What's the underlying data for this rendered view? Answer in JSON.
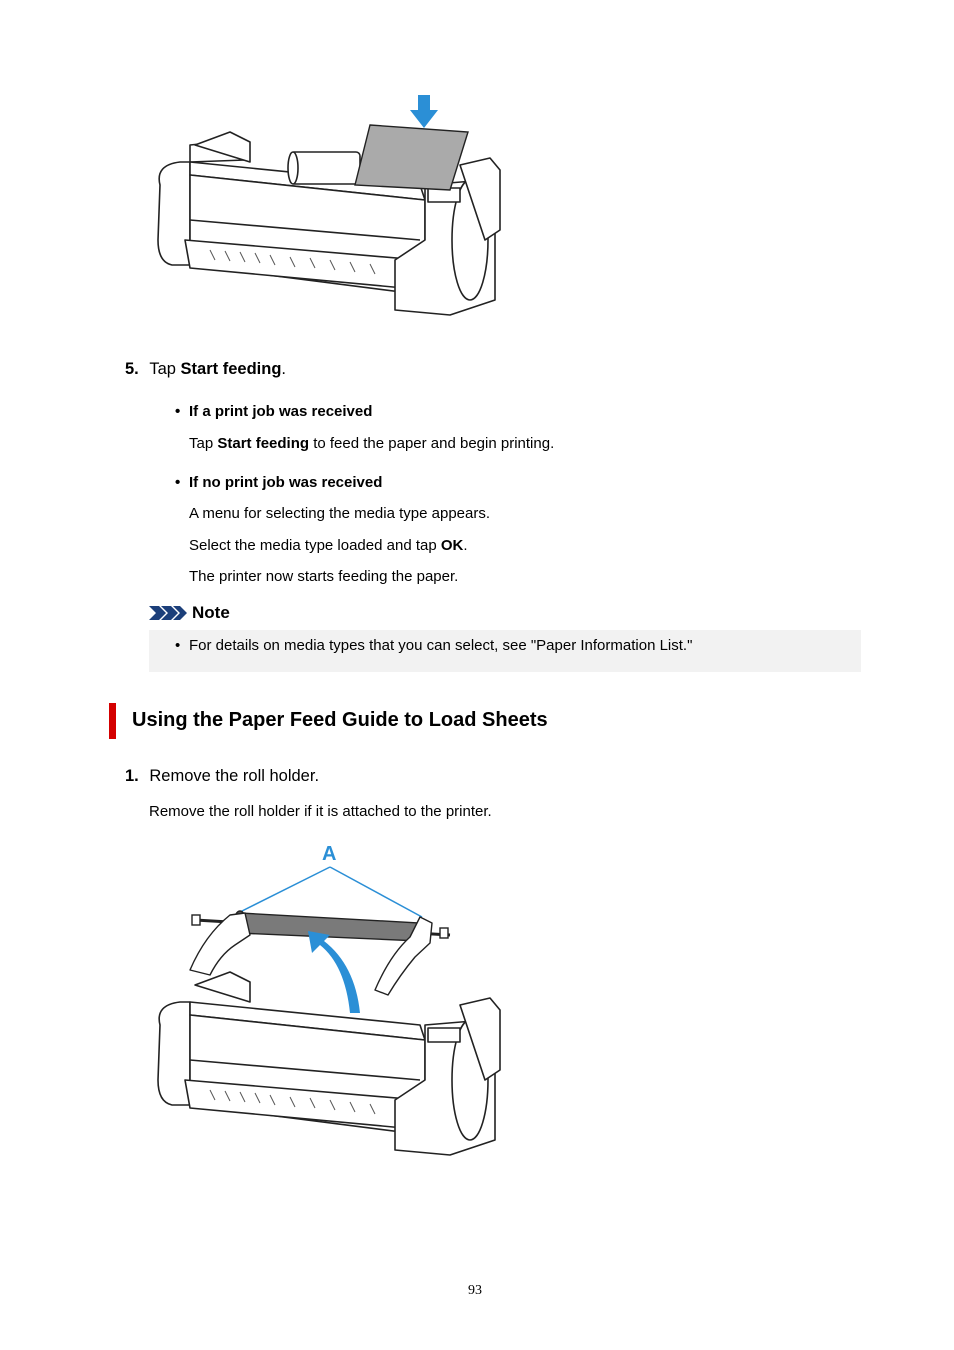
{
  "step5": {
    "number": "5.",
    "prefix": "Tap ",
    "bold": "Start feeding",
    "suffix": "."
  },
  "case_received": {
    "heading": "If a print job was received",
    "line_prefix": "Tap ",
    "line_bold": "Start feeding",
    "line_suffix": " to feed the paper and begin printing."
  },
  "case_not_received": {
    "heading": "If no print job was received",
    "line1": "A menu for selecting the media type appears.",
    "line2_prefix": "Select the media type loaded and tap ",
    "line2_bold": "OK",
    "line2_suffix": ".",
    "line3": "The printer now starts feeding the paper."
  },
  "note": {
    "label": "Note",
    "item": "For details on media types that you can select, see \"Paper Information List.\""
  },
  "section": {
    "title": "Using the Paper Feed Guide to Load Sheets"
  },
  "step1": {
    "number": "1.",
    "text": "Remove the roll holder.",
    "detail": "Remove the roll holder if it is attached to the printer."
  },
  "figure2": {
    "callout": "A"
  },
  "footer": {
    "page_number": "93"
  },
  "colors": {
    "accent_blue": "#2b8fd6",
    "heading_bar": "#d40000",
    "note_bg": "#f2f2f2",
    "note_icon": "#1c3f7a"
  }
}
